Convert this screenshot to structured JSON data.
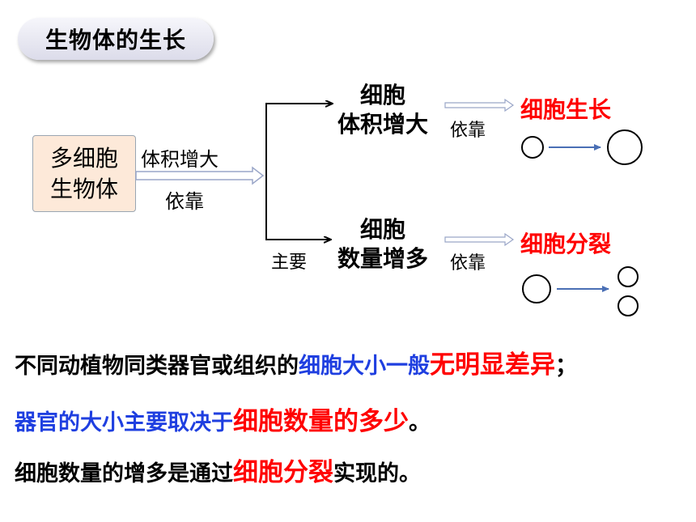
{
  "title": "生物体的生长",
  "box": {
    "line1": "多细胞",
    "line2": "生物体"
  },
  "labels": {
    "volume_increase": "体积增大",
    "depend_left": "依靠",
    "main": "主要",
    "depend_top": "依靠",
    "depend_bottom": "依靠"
  },
  "upper_branch": {
    "line1": "细胞",
    "line2": "体积增大"
  },
  "lower_branch": {
    "line1": "细胞",
    "line2": "数量增多"
  },
  "cell_growth": "细胞生长",
  "cell_division": "细胞分裂",
  "text_lines": {
    "line1": [
      {
        "text": "不同动植物同类器官或组织的",
        "style": "black"
      },
      {
        "text": "细胞大小一般",
        "style": "blue"
      },
      {
        "text": "无明显差异",
        "style": "red"
      },
      {
        "text": "；",
        "style": "black"
      }
    ],
    "line2": [
      {
        "text": "器官的大小主要取决于",
        "style": "blue"
      },
      {
        "text": "细胞数量的多少",
        "style": "red"
      },
      {
        "text": "。",
        "style": "black"
      }
    ],
    "line3": [
      {
        "text": "细胞数量的增多是通过",
        "style": "black"
      },
      {
        "text": "细胞分裂",
        "style": "red"
      },
      {
        "text": "实现的。",
        "style": "black"
      }
    ]
  },
  "colors": {
    "red": "#ff0000",
    "blue": "#1f3fe0",
    "box_fill": "#fde9d9",
    "arrow_blue": "#4a6fb5"
  }
}
